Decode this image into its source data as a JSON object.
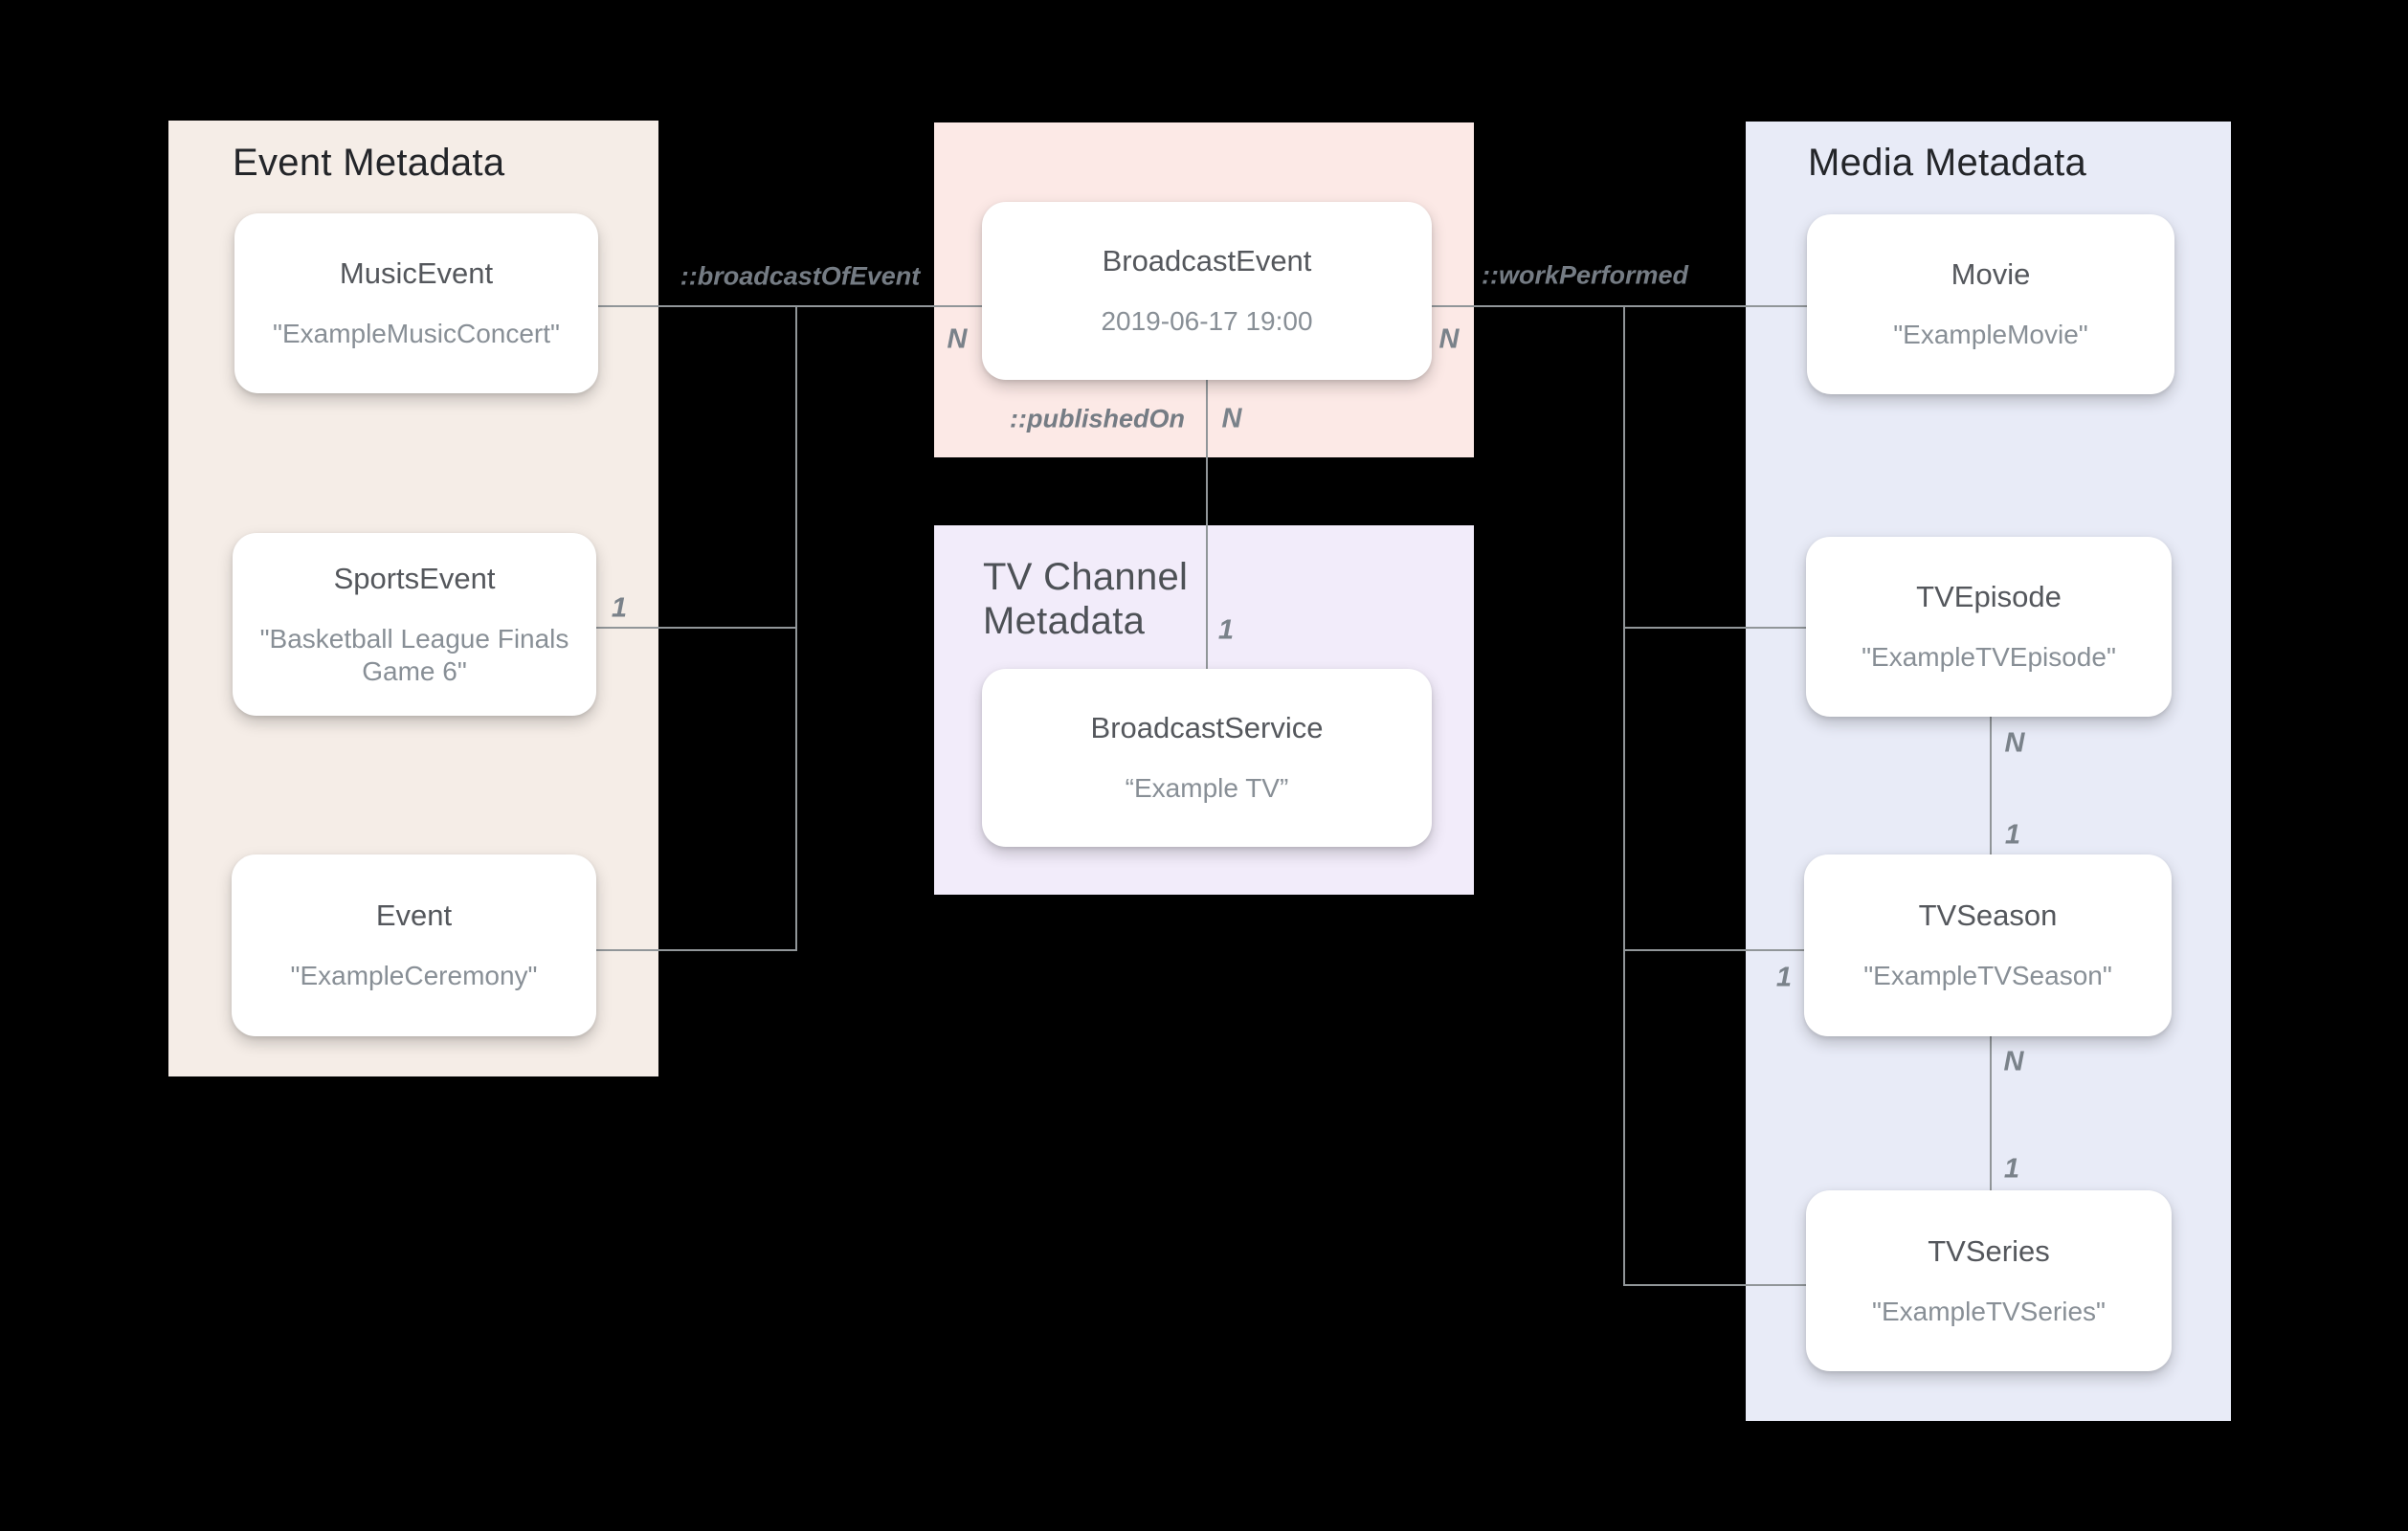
{
  "panels": {
    "event_metadata": {
      "title": "Event Metadata"
    },
    "tv_channel_metadata": {
      "title": "TV Channel\nMetadata"
    },
    "media_metadata": {
      "title": "Media Metadata"
    }
  },
  "cards": {
    "music_event": {
      "title": "MusicEvent",
      "subtitle": "\"ExampleMusicConcert\""
    },
    "sports_event": {
      "title": "SportsEvent",
      "subtitle": "\"Basketball League Finals\nGame 6\""
    },
    "event": {
      "title": "Event",
      "subtitle": "\"ExampleCeremony\""
    },
    "broadcast_event": {
      "title": "BroadcastEvent",
      "subtitle": "2019-06-17 19:00"
    },
    "broadcast_service": {
      "title": "BroadcastService",
      "subtitle": "“Example TV”"
    },
    "movie": {
      "title": "Movie",
      "subtitle": "\"ExampleMovie\""
    },
    "tv_episode": {
      "title": "TVEpisode",
      "subtitle": "\"ExampleTVEpisode\""
    },
    "tv_season": {
      "title": "TVSeason",
      "subtitle": "\"ExampleTVSeason\""
    },
    "tv_series": {
      "title": "TVSeries",
      "subtitle": "\"ExampleTVSeries\""
    }
  },
  "relations": {
    "broadcast_of_event": "::broadcastOfEvent",
    "work_performed": "::workPerformed",
    "published_on": "::publishedOn"
  },
  "cardinalities": {
    "event_side_n": "N",
    "media_side_n": "N",
    "published_on_n": "N",
    "published_on_1": "1",
    "sports_event_1": "1",
    "tv_season_branch_1": "1",
    "episode_to_season_n": "N",
    "episode_to_season_1": "1",
    "season_to_series_n": "N",
    "season_to_series_1": "1"
  },
  "colors": {
    "background": "#000000",
    "event_panel": "#F5EDE7",
    "broadcast_panel": "#FCE9E6",
    "tv_channel_panel": "#F2ECFA",
    "media_panel": "#E8EBF7",
    "card": "#FFFFFF",
    "connector": "#919699",
    "panel_title": "#232529",
    "tv_channel_title": "#4D5156",
    "card_title": "#54575C",
    "card_subtitle": "#888F96",
    "relation_label": "#757C84"
  }
}
